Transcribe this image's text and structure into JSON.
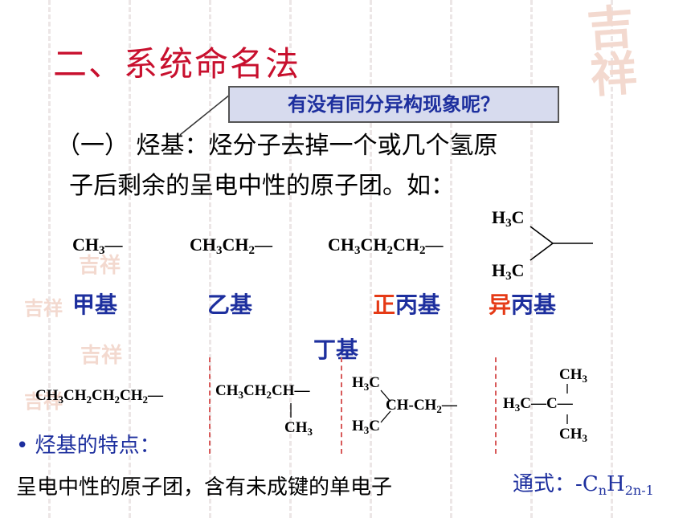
{
  "slide": {
    "title": "二、系统命名法",
    "callout": "有没有同分异构现象呢？",
    "definition_line1": "（一） 烃基：烃分子去掉一个或几个氢原",
    "definition_line2": "子后剩余的呈电中性的原子团。如：",
    "examples": [
      {
        "formula_parts": [
          "CH",
          "3",
          "—"
        ],
        "label": "甲基"
      },
      {
        "formula_parts": [
          "CH",
          "3",
          "CH",
          "2",
          "—"
        ],
        "label": "乙基"
      },
      {
        "formula_parts": [
          "CH",
          "3",
          "CH",
          "2",
          "CH",
          "2",
          "—"
        ],
        "label_prefix": "正",
        "label": "丙基"
      },
      {
        "formula_top": "H3C",
        "formula_bottom": "H3C",
        "label_prefix": "异",
        "label": "丙基"
      }
    ],
    "butyl_heading": "丁基",
    "butyl_structures": [
      {
        "main": "CH3CH2CH2CH2—"
      },
      {
        "main": "CH3CH2CH—",
        "branch": "CH3"
      },
      {
        "top": "H3C",
        "main": "CH-CH2—",
        "bottom": "H3C"
      },
      {
        "top": "CH3",
        "main": "H3C—C—",
        "bottom": "CH3"
      }
    ],
    "features_title": "• 烃基的特点：",
    "features_text": "呈电中性的原子团，含有未成键的单电子",
    "general_formula_label": "通式：",
    "general_formula": {
      "sign": "-",
      "c": "C",
      "c_sub": "n",
      "h": "H",
      "h_sub": "2n-1"
    }
  },
  "colors": {
    "title": "#c8102e",
    "callout_bg": "#d7dbee",
    "blue": "#1d2f9e",
    "orange": "#e53a16"
  }
}
